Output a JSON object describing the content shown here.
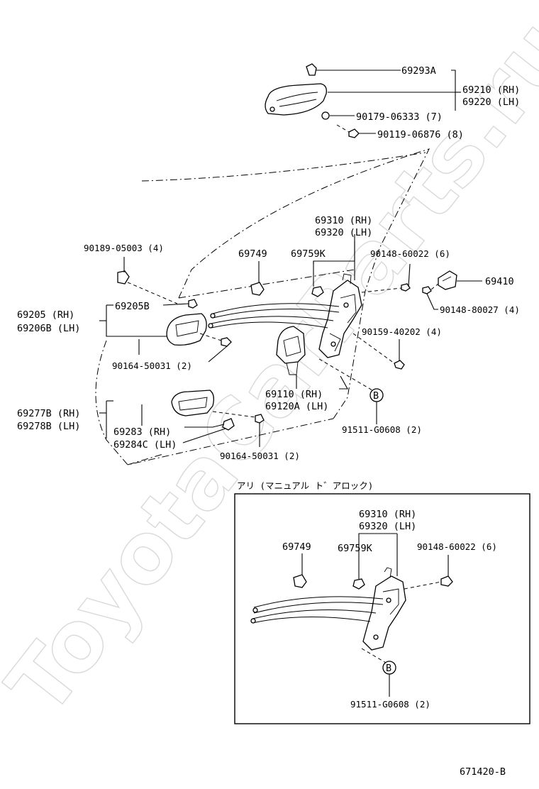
{
  "watermark": "ToyotaCarParts.ru",
  "diagram_code": "671420-B",
  "inset_caption": "アリ (マニュアル ト゛アロック)",
  "circle_marker": "B",
  "labels": {
    "l69293A": "69293A",
    "l69210": "69210 (RH)",
    "l69220": "69220 (LH)",
    "l90179": "90179-06333 (7)",
    "l90119": "90119-06876 (8)",
    "l69310": "69310 (RH)",
    "l69320": "69320 (LH)",
    "l90189": "90189-05003 (4)",
    "l69749": "69749",
    "l69759K": "69759K",
    "l90148_60022": "90148-60022 (6)",
    "l69410": "69410",
    "l90148_80027": "90148-80027 (4)",
    "l69205": "69205   (RH)",
    "l69206B": "69206B (LH)",
    "l69205B": "69205B",
    "l90159": "90159-40202 (4)",
    "l90164_a": "90164-50031 (2)",
    "l69110": "69110  (RH)",
    "l69120A": "69120A (LH)",
    "l69277B": "69277B (RH)",
    "l69278B": "69278B (LH)",
    "l69283": "69283 (RH)",
    "l69284C": "69284C (LH)",
    "l90164_b": "90164-50031 (2)",
    "l91511_a": "91511-G0608 (2)"
  },
  "inset_labels": {
    "l69310": "69310 (RH)",
    "l69320": "69320 (LH)",
    "l69749": "69749",
    "l69759K": "69759K",
    "l90148": "90148-60022 (6)",
    "l91511": "91511-G0608 (2)"
  }
}
